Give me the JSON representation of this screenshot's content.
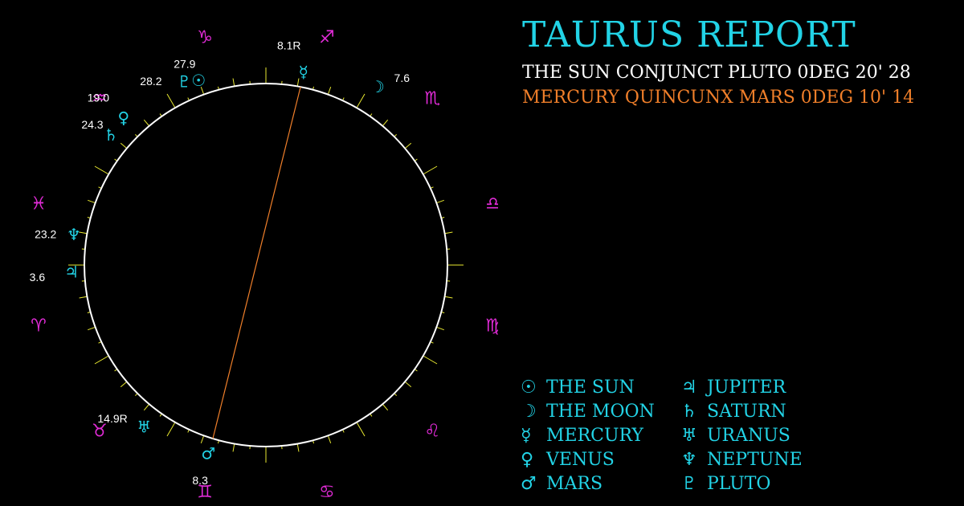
{
  "report": {
    "title": "TAURUS REPORT",
    "aspects": [
      "THE SUN CONJUNCT PLUTO 0DEG 20' 28",
      "MERCURY QUINCUNX MARS 0DEG 10' 14"
    ]
  },
  "colors": {
    "title": "#22d3e6",
    "aspect_1": "#ffffff",
    "aspect_2": "#f07f2a",
    "sign": "#e02bd6",
    "planet": "#22d3e6",
    "wheel": "#ffffff",
    "ticks": "#e8e830",
    "aspect_line": "#f07f2a",
    "label": "#ffffff"
  },
  "chart_data": {
    "type": "astrological-wheel",
    "signs": [
      {
        "name": "capricorn",
        "glyph": "♑",
        "angle": -105
      },
      {
        "name": "sagittarius",
        "glyph": "♐",
        "angle": -75
      },
      {
        "name": "scorpio",
        "glyph": "♏",
        "angle": -45
      },
      {
        "name": "libra",
        "glyph": "♎",
        "angle": -15
      },
      {
        "name": "virgo",
        "glyph": "♍",
        "angle": 15
      },
      {
        "name": "leo",
        "glyph": "♌",
        "angle": 45
      },
      {
        "name": "cancer",
        "glyph": "♋",
        "angle": 75
      },
      {
        "name": "gemini",
        "glyph": "♊",
        "angle": 105
      },
      {
        "name": "taurus",
        "glyph": "♉",
        "angle": 135
      },
      {
        "name": "aries",
        "glyph": "♈",
        "angle": 165
      },
      {
        "name": "pisces",
        "glyph": "♓",
        "angle": 195
      },
      {
        "name": "aquarius",
        "glyph": "♒",
        "angle": 225
      }
    ],
    "planets": [
      {
        "name": "pluto",
        "glyph": "♇",
        "label": "28.2",
        "angle": -114,
        "glyph_r": 250,
        "label_r": 270,
        "label_angle": -122
      },
      {
        "name": "sun",
        "glyph": "☉",
        "label": "27.9",
        "angle": -110,
        "glyph_r": 245,
        "label_r": 270,
        "label_angle": -112
      },
      {
        "name": "mercury",
        "glyph": "☿",
        "label": "8.1R",
        "angle": -79,
        "glyph_r": 245,
        "label_r": 275,
        "label_angle": -84
      },
      {
        "name": "moon",
        "glyph": "☽",
        "label": "7.6",
        "angle": -58,
        "glyph_r": 262,
        "label_r": 288,
        "label_angle": -54
      },
      {
        "name": "venus",
        "glyph": "♀",
        "label": "24.3",
        "angle": -134,
        "glyph_r": 255,
        "label_r": 278,
        "label_angle": -141
      },
      {
        "name": "saturn",
        "glyph": "♄",
        "label": "",
        "angle": -140,
        "glyph_r": 252,
        "label_r": 0,
        "label_angle": 0
      },
      {
        "name": "aquarius-degree",
        "glyph": "",
        "label": "19.0",
        "angle": -138,
        "glyph_r": 0,
        "label_r": 295,
        "label_angle": -135
      },
      {
        "name": "neptune",
        "glyph": "♆",
        "label": "23.2",
        "angle": 189,
        "glyph_r": 242,
        "label_r": 277,
        "label_angle": 188
      },
      {
        "name": "jupiter",
        "glyph": "♃",
        "label": "3.6",
        "angle": 178,
        "glyph_r": 242,
        "label_r": 285,
        "label_angle": 177
      },
      {
        "name": "uranus",
        "glyph": "♅",
        "label": "14.9R",
        "angle": 127,
        "glyph_r": 252,
        "label_r": 270,
        "label_angle": 135
      },
      {
        "name": "mars",
        "glyph": "♂",
        "label": "8.3",
        "angle": 107,
        "glyph_r": 245,
        "label_r": 280,
        "label_angle": 107
      }
    ],
    "aspect_lines": [
      {
        "from_angle": -79,
        "to_angle": 107
      }
    ]
  },
  "legend": [
    {
      "glyph": "☉",
      "name": "THE SUN"
    },
    {
      "glyph": "♃",
      "name": "JUPITER"
    },
    {
      "glyph": "☽",
      "name": "THE MOON"
    },
    {
      "glyph": "♄",
      "name": "SATURN"
    },
    {
      "glyph": "☿",
      "name": "MERCURY"
    },
    {
      "glyph": "♅",
      "name": "URANUS"
    },
    {
      "glyph": "♀",
      "name": "VENUS"
    },
    {
      "glyph": "♆",
      "name": "NEPTUNE"
    },
    {
      "glyph": "♂",
      "name": "MARS"
    },
    {
      "glyph": "♇",
      "name": "PLUTO"
    }
  ]
}
